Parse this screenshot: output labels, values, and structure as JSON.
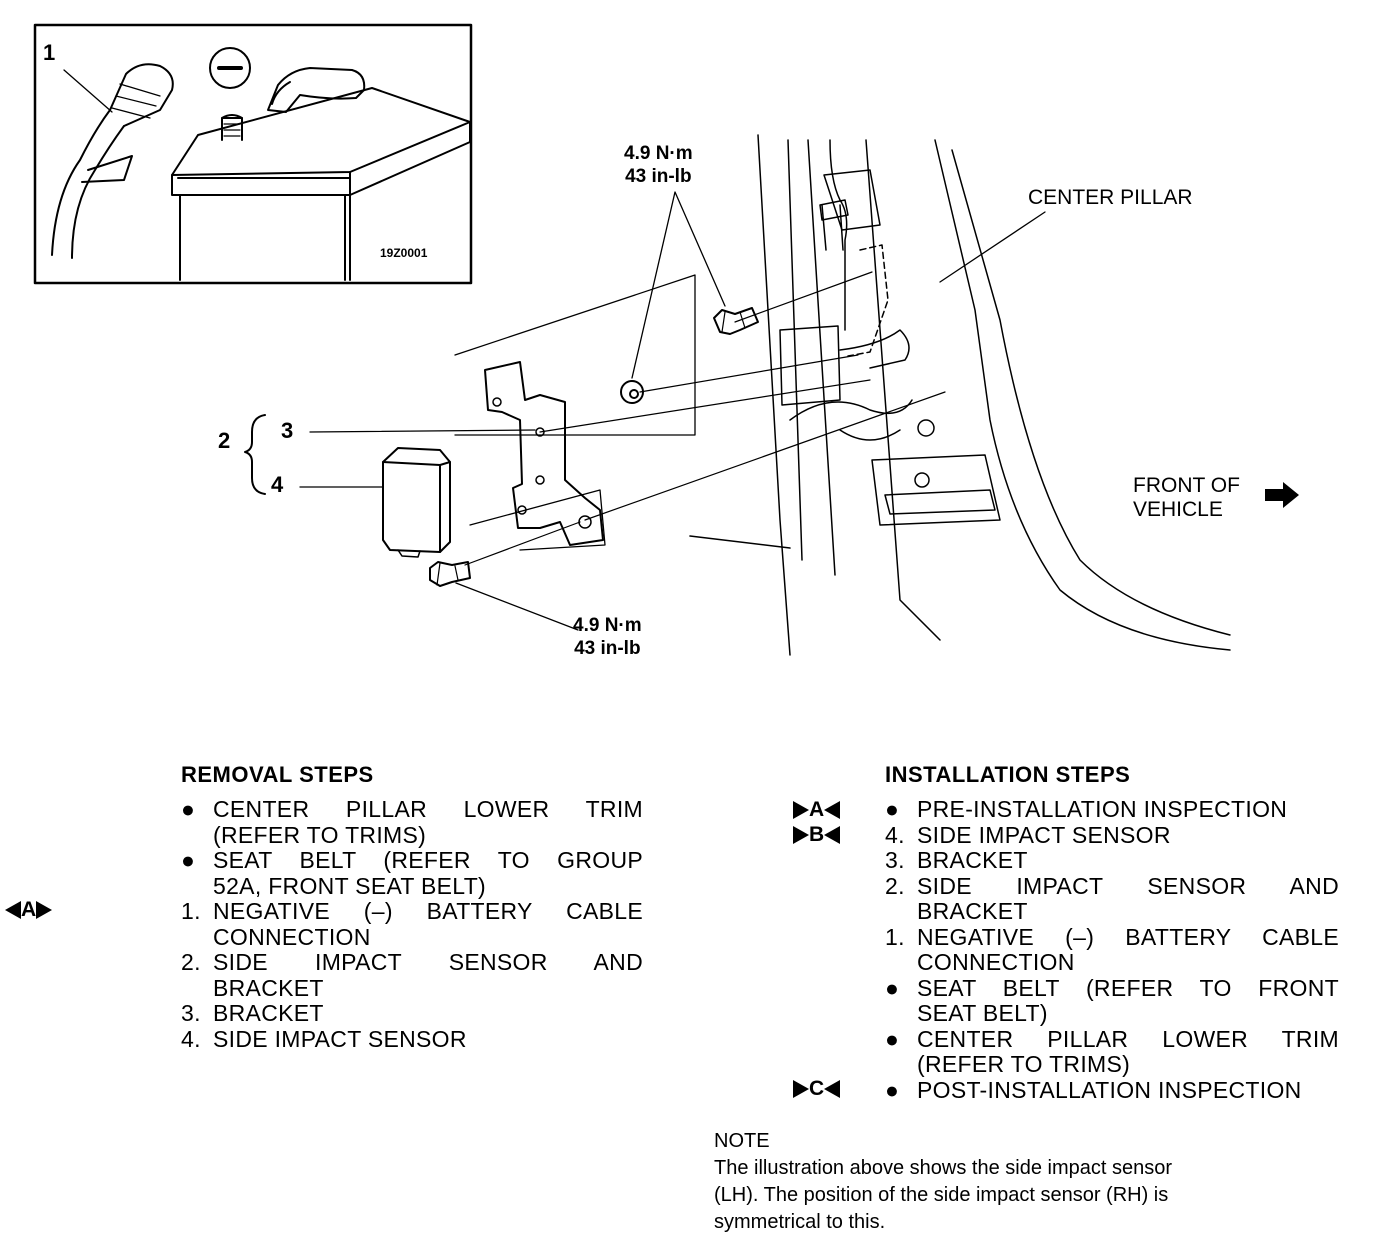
{
  "inset": {
    "callout": "1",
    "code": "19Z0001"
  },
  "diagram": {
    "torque_top": {
      "nm": "4.9 N·m",
      "inlb": "43 in-lb"
    },
    "torque_bottom": {
      "nm": "4.9 N·m",
      "inlb": "43 in-lb"
    },
    "center_pillar": "CENTER PILLAR",
    "front_of_vehicle": [
      "FRONT OF",
      "VEHICLE"
    ],
    "callouts": {
      "group": "2",
      "bracket": "3",
      "sensor": "4"
    }
  },
  "removal": {
    "heading": "REMOVAL STEPS",
    "side_mark": "A",
    "steps": [
      {
        "marker": "●",
        "lines": [
          "CENTER PILLAR LOWER TRIM",
          "(REFER TO TRIMS)"
        ]
      },
      {
        "marker": "●",
        "lines": [
          "SEAT BELT (REFER TO GROUP",
          "52A, FRONT SEAT BELT)"
        ]
      },
      {
        "marker": "1.",
        "lines": [
          "NEGATIVE (–) BATTERY CABLE",
          "CONNECTION"
        ]
      },
      {
        "marker": "2.",
        "lines": [
          "SIDE IMPACT SENSOR AND",
          "BRACKET"
        ]
      },
      {
        "marker": "3.",
        "lines": [
          "BRACKET"
        ]
      },
      {
        "marker": "4.",
        "lines": [
          "SIDE IMPACT SENSOR"
        ]
      }
    ]
  },
  "installation": {
    "heading": "INSTALLATION STEPS",
    "marks": [
      "A",
      "B",
      "C"
    ],
    "steps": [
      {
        "marker": "●",
        "lines": [
          "PRE-INSTALLATION INSPECTION"
        ]
      },
      {
        "marker": "4.",
        "lines": [
          "SIDE IMPACT SENSOR"
        ]
      },
      {
        "marker": "3.",
        "lines": [
          "BRACKET"
        ]
      },
      {
        "marker": "2.",
        "lines": [
          "SIDE IMPACT SENSOR AND",
          "BRACKET"
        ]
      },
      {
        "marker": "1.",
        "lines": [
          "NEGATIVE (–) BATTERY CABLE",
          "CONNECTION"
        ]
      },
      {
        "marker": "●",
        "lines": [
          "SEAT BELT (REFER TO FRONT",
          "SEAT BELT)"
        ]
      },
      {
        "marker": "●",
        "lines": [
          "CENTER PILLAR LOWER TRIM",
          "(REFER TO TRIMS)"
        ]
      },
      {
        "marker": "●",
        "lines": [
          "POST-INSTALLATION INSPECTION"
        ]
      }
    ]
  },
  "note": {
    "title": "NOTE",
    "lines": [
      "The illustration above shows the side impact sensor",
      "(LH). The position of the side impact sensor (RH) is",
      "symmetrical to this."
    ]
  }
}
